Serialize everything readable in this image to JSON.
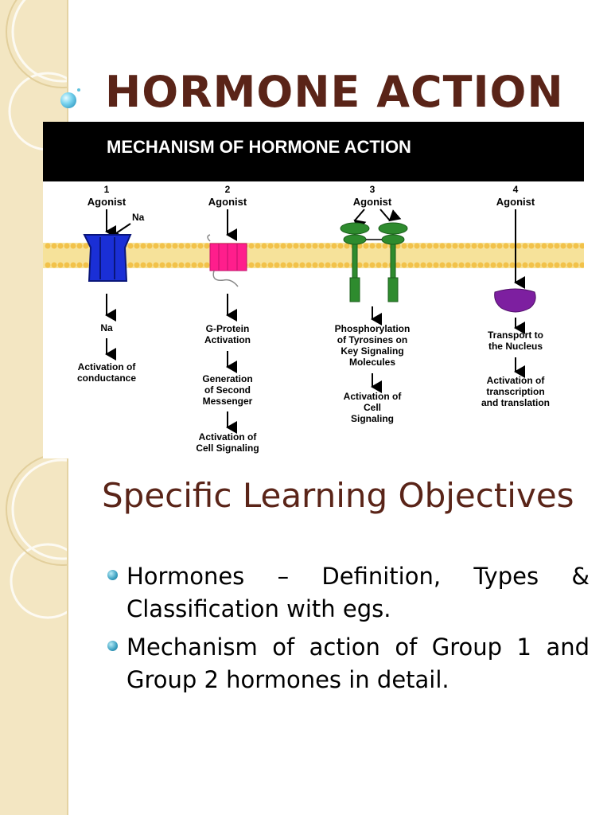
{
  "slide": {
    "title": "HORMONE ACTION",
    "subtitle": "Specific Learning Objectives",
    "objectives": [
      "Hormones – Definition, Types & Classification with egs.",
      "Mechanism of action of Group 1 and Group 2 hormones in detail."
    ]
  },
  "diagram": {
    "banner": "MECHANISM OF HORMONE ACTION",
    "columns": [
      {
        "number": "1",
        "agonist": "Agonist",
        "ion": "Na",
        "steps": [
          "Na",
          "Activation of conductance"
        ]
      },
      {
        "number": "2",
        "agonist": "Agonist",
        "steps": [
          "G-Protein Activation",
          "Generation of Second Messenger",
          "Activation of Cell Signaling"
        ]
      },
      {
        "number": "3",
        "agonist": "Agonist",
        "steps": [
          "Phosphorylation of Tyrosines on Key Signaling Molecules",
          "Activation of Cell Signaling"
        ]
      },
      {
        "number": "4",
        "agonist": "Agonist",
        "steps": [
          "Transport to the Nucleus",
          "Activation of transcription and translation"
        ]
      }
    ]
  },
  "colors": {
    "title": "#5a2418",
    "sidebar": "#f3e6c2",
    "channel": "#1a2fd6",
    "gpcr": "#ff1e8c",
    "rtk": "#2e8b2e",
    "nuclear_receptor": "#7d1fa0",
    "membrane": "#f5d77a"
  }
}
